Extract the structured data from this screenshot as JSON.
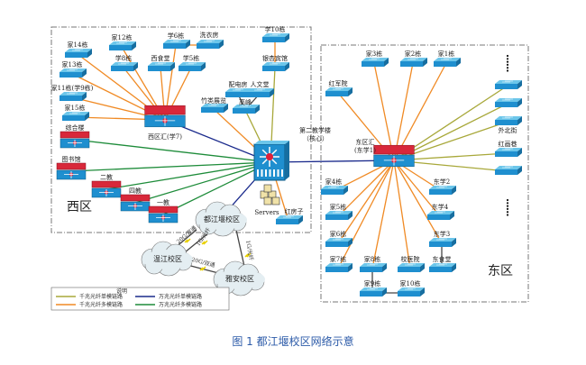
{
  "zones": {
    "west": "西区",
    "east": "东区"
  },
  "core": {
    "label_line1": "第二教学楼",
    "label_line2": "（核心）"
  },
  "west_hub": "西区汇(学7)",
  "east_hub": {
    "line1": "东区汇",
    "line2": "(东学1)"
  },
  "west_switches": [
    "家14栋",
    "家13栋",
    "家11栋(学9栋)",
    "家15栋",
    "家12栋",
    "学8栋",
    "西食堂",
    "学6栋",
    "洗衣房",
    "学5栋",
    "学10栋",
    "银杏宾馆",
    "配电房",
    "人文堂",
    "高峰",
    "竹类展览",
    "红房子"
  ],
  "west_routers": [
    "综合楼",
    "图书馆",
    "二教",
    "四教",
    "一教"
  ],
  "servers": "Servers",
  "east_switches": [
    "家3栋",
    "家2栋",
    "家1栋",
    "红军院",
    "外北街",
    "红画巷",
    "家4栋",
    "家5栋",
    "家6栋",
    "家7栋",
    "家8栋",
    "家9栋",
    "家10栋",
    "校医院",
    "东学2",
    "东学4",
    "东学3",
    "东食堂"
  ],
  "campuses": [
    "都江堰校区",
    "温江校区",
    "雅安校区"
  ],
  "wan_links": [
    "20G/双通",
    "1G/光纤",
    "1G/光纤",
    "20G/双通"
  ],
  "legend": {
    "title": "说明",
    "items": [
      {
        "label": "千兆光纤单模链路",
        "color": "#a8a83a"
      },
      {
        "label": "千兆光纤多模链路",
        "color": "#f08a24"
      },
      {
        "label": "万兆光纤单模链路",
        "color": "#1a2a8c"
      },
      {
        "label": "万兆光纤多模链路",
        "color": "#1e8c3a"
      }
    ]
  },
  "caption": "图 1  都江堰校区网络示意"
}
